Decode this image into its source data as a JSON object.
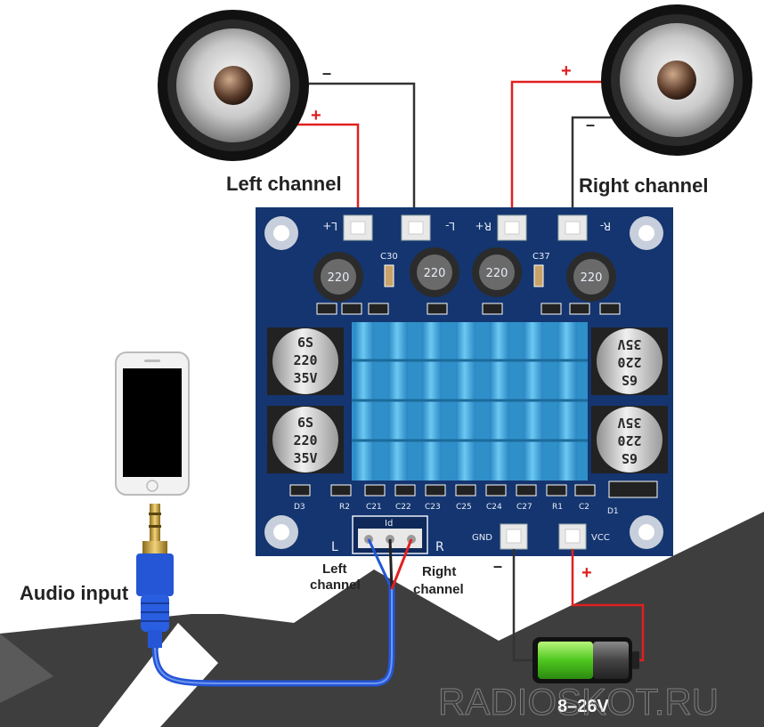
{
  "labels": {
    "left_channel": "Left channel",
    "right_channel": "Right channel",
    "audio_input": "Audio input",
    "in_left_1": "Left",
    "in_left_2": "channel",
    "in_right_1": "Right",
    "in_right_2": "channel",
    "voltage": "8–26V",
    "watermark": "RADIOSKOT.RU",
    "plus": "+",
    "minus": "–"
  },
  "pcb": {
    "terminals": [
      "L+",
      "L-",
      "R+",
      "R-"
    ],
    "power_terminals": [
      "GND",
      "VCC"
    ],
    "input_side_left": "L",
    "input_side_right": "R",
    "input_mark": "Id",
    "inductor_value": "220",
    "cap_top_labels": [
      "C30",
      "C37"
    ],
    "big_cap_line1": "6S",
    "big_cap_line2": "220",
    "big_cap_line3": "35V",
    "bottom_labels": [
      "R2",
      "C21",
      "C22",
      "C23",
      "C25",
      "C24",
      "C27",
      "R1",
      "C2"
    ],
    "d3": "D3",
    "d1": "D1"
  },
  "colors": {
    "pcb": "#14356f",
    "heatsink": "#3ea6dd",
    "wire_red": "#e02020",
    "wire_black": "#333333",
    "cable_blue": "#2456d6",
    "battery_green": "#5ed32a"
  }
}
